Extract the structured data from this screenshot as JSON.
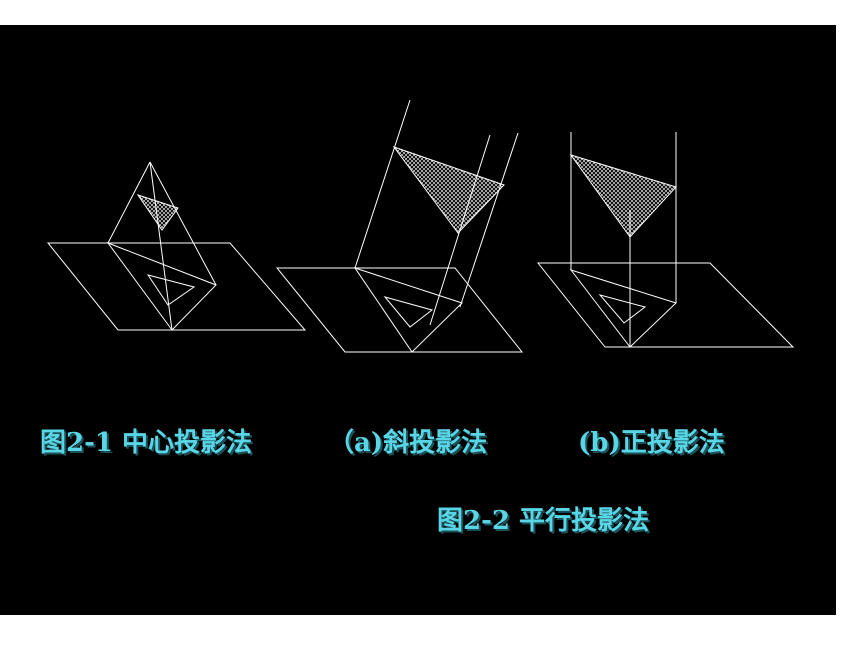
{
  "figure": {
    "line_color": "#ffffff",
    "hatch_color": "#ffffff",
    "background": "#000000"
  },
  "captions": {
    "central": "图2-1 中心投影法",
    "oblique": "（a)斜投影法",
    "orthographic": "(b)正投影法",
    "parallel": "图2-2 平行投影法",
    "color": "#58d6e6"
  }
}
